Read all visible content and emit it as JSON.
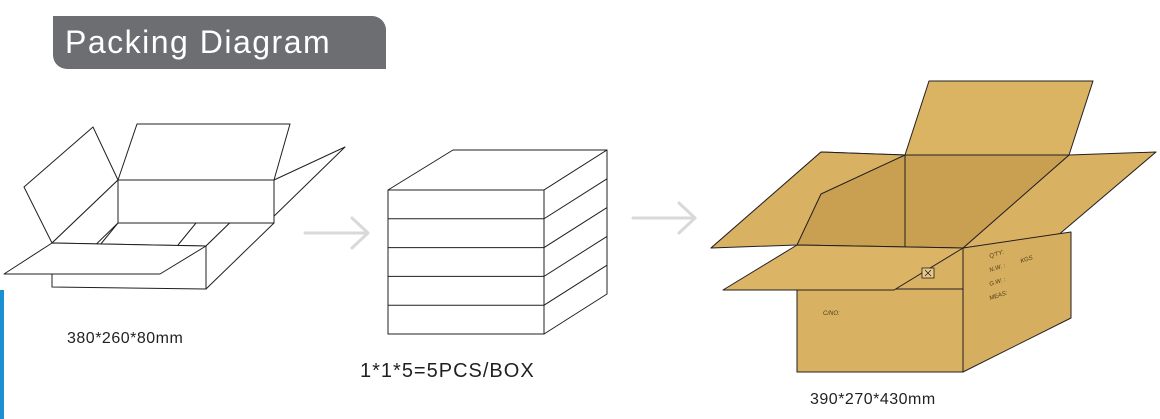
{
  "title": "Packing Diagram",
  "steps": [
    {
      "caption": "380*260*80mm"
    },
    {
      "caption": "1*1*5=5PCS/BOX"
    },
    {
      "caption": "390*270*430mm"
    }
  ],
  "carton_marks": {
    "cno": "C/NO:",
    "qty": "Q'TY:",
    "nw": "N.W. :",
    "gw": "G.W. :",
    "meas": "MEAS:",
    "kgs": "KGS"
  },
  "colors": {
    "banner": "#6d6e71",
    "accent": "#1a8fd1",
    "carton": "#d9b163",
    "arrow": "#d9d9d9"
  },
  "icons": [
    "arrow-right-icon",
    "arrow-right-icon",
    "fragile-icon"
  ],
  "stack_count": 5
}
